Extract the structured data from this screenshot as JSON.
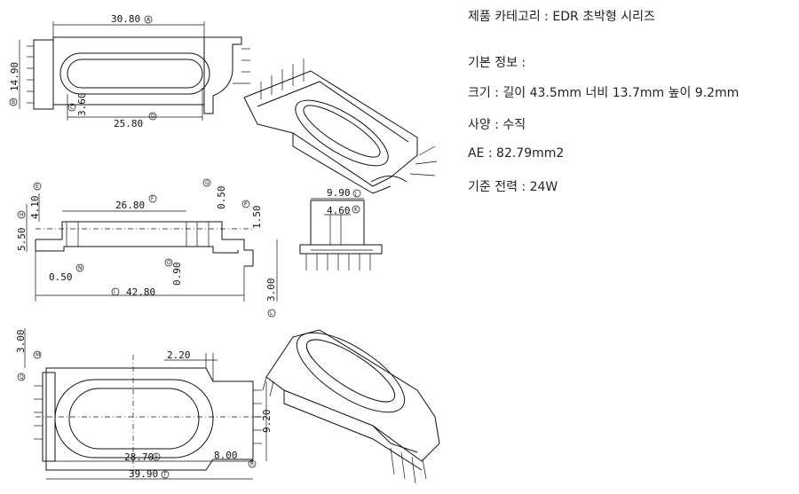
{
  "info": {
    "category": "제품 카테고리 : EDR 초박형 시리즈",
    "basic_info": "기본 정보 :",
    "size": "크기 : 길이 43.5mm 너비 13.7mm 높이 9.2mm",
    "spec": "사양 : 수직",
    "ae": "AE : 82.79mm2",
    "power": "기준 전력 : 24W"
  },
  "dims": {
    "d_30_80": "30.80",
    "d_14_90": "14.90",
    "d_3_60": "3.60",
    "d_25_80": "25.80",
    "d_4_10": "4.10",
    "d_26_80": "26.80",
    "d_0_50_top": "0.50",
    "d_1_50": "1.50",
    "d_5_50": "5.50",
    "d_0_50_bot": "0.50",
    "d_0_90": "0.90",
    "d_42_80": "42.80",
    "d_3_00_side": "3.00",
    "d_9_90": "9.90",
    "d_4_60": "4.60",
    "d_3_00_bottom": "3.00",
    "d_2_20": "2.20",
    "d_9_20": "9.20",
    "d_28_70": "28.70",
    "d_8_00": "8.00",
    "d_39_90": "39.90"
  },
  "markers": {
    "A": "A",
    "B": "B",
    "C": "C",
    "D": "D",
    "E": "E",
    "F": "F",
    "G": "G",
    "H": "H",
    "I": "I",
    "J": "J",
    "K": "K",
    "L": "L",
    "M": "M",
    "N": "N",
    "O": "O",
    "P": "P",
    "Q": "Q",
    "R": "R",
    "S": "S",
    "T": "T"
  }
}
